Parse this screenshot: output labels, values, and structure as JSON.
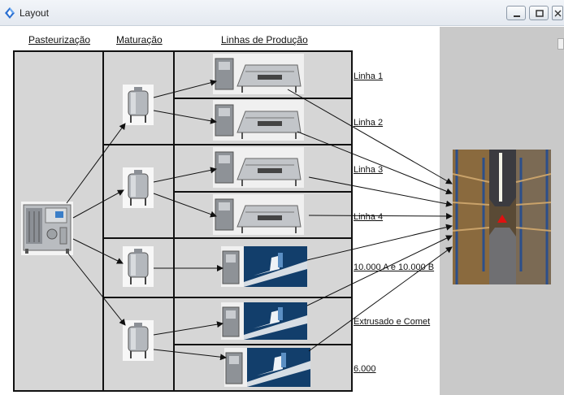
{
  "window": {
    "title": "Layout"
  },
  "headers": {
    "pasteurization": "Pasteurização",
    "maturation": "Maturação",
    "production_lines": "Linhas de Produção"
  },
  "lines": [
    {
      "label": "Linha 1"
    },
    {
      "label": "Linha 2"
    },
    {
      "label": "Linha 3"
    },
    {
      "label": "Linha 4"
    },
    {
      "label": "10.000 A e 10.000 B"
    },
    {
      "label": "Extrusado e Comet"
    },
    {
      "label": "6.000"
    }
  ],
  "icons": {
    "app": "layout-app-icon",
    "pasteurizer": "pasteurizer-machine-icon",
    "tank": "maturation-tank-icon",
    "filler": "filling-machine-icon",
    "conveyor_gray": "production-line-gray-icon",
    "conveyor_blue": "production-line-blue-icon",
    "warehouse": "warehouse-photo"
  },
  "colors": {
    "panel_gray": "#d6d6d6",
    "right_panel": "#c9c9c9",
    "warehouse_marker": "#e01010"
  }
}
